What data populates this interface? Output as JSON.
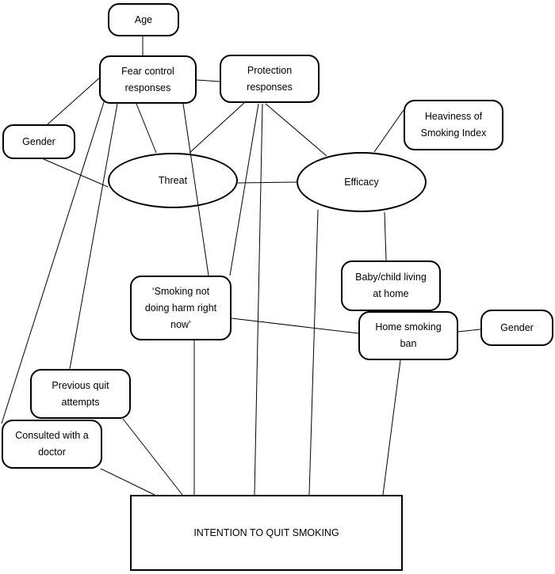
{
  "nodes": {
    "age": {
      "label": "Age"
    },
    "fear_control": {
      "label": "Fear control\nresponses"
    },
    "protection": {
      "label": "Protection\nresponses"
    },
    "gender_left": {
      "label": "Gender"
    },
    "threat": {
      "label": "Threat"
    },
    "efficacy": {
      "label": "Efficacy"
    },
    "heaviness": {
      "label": "Heaviness of\nSmoking Index"
    },
    "smoking_not_harm": {
      "label": "‘Smoking not\ndoing harm right\nnow’"
    },
    "baby_child": {
      "label": "Baby/child living\nat home"
    },
    "home_ban": {
      "label": "Home smoking\nban"
    },
    "gender_right": {
      "label": "Gender"
    },
    "previous_quit": {
      "label": "Previous quit\nattempts"
    },
    "consulted_doctor": {
      "label": "Consulted with a\ndoctor"
    },
    "intention": {
      "label": "INTENTION TO QUIT SMOKING"
    }
  },
  "edges": [
    [
      "age",
      "fear_control"
    ],
    [
      "fear_control",
      "protection"
    ],
    [
      "fear_control",
      "gender_left"
    ],
    [
      "fear_control",
      "threat"
    ],
    [
      "fear_control",
      "smoking_not_harm"
    ],
    [
      "fear_control",
      "previous_quit"
    ],
    [
      "fear_control",
      "consulted_doctor"
    ],
    [
      "protection",
      "threat"
    ],
    [
      "protection",
      "efficacy"
    ],
    [
      "protection",
      "smoking_not_harm"
    ],
    [
      "protection",
      "intention"
    ],
    [
      "gender_left",
      "threat"
    ],
    [
      "threat",
      "efficacy"
    ],
    [
      "efficacy",
      "heaviness"
    ],
    [
      "efficacy",
      "baby_child"
    ],
    [
      "efficacy",
      "intention"
    ],
    [
      "smoking_not_harm",
      "home_ban"
    ],
    [
      "smoking_not_harm",
      "intention"
    ],
    [
      "home_ban",
      "gender_right"
    ],
    [
      "home_ban",
      "intention"
    ],
    [
      "previous_quit",
      "intention"
    ],
    [
      "consulted_doctor",
      "intention"
    ]
  ]
}
